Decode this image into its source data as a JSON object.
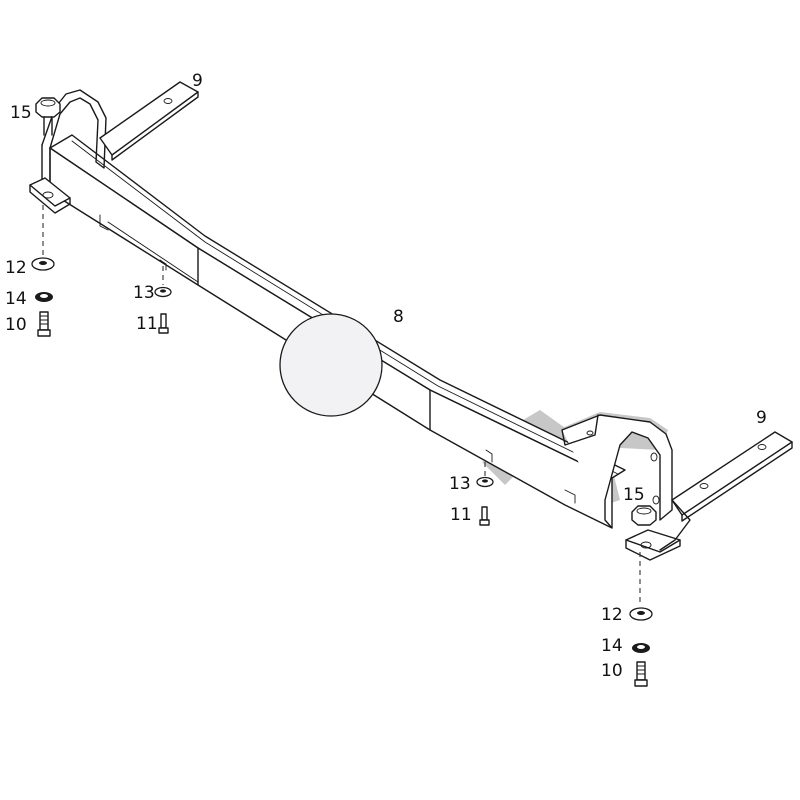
{
  "callouts": {
    "beam": "8",
    "bracket_top": "9",
    "bracket_right": "9",
    "bolt_left": "10",
    "bolt_right": "10",
    "screw_left": "11",
    "screw_right": "11",
    "washer_left": "12",
    "washer_right": "12",
    "washer_small_left": "13",
    "washer_small_right": "13",
    "lockwasher_left": "14",
    "lockwasher_right": "14",
    "nut_left": "15",
    "nut_right": "15"
  },
  "colors": {
    "line": "#1a1a1a",
    "highlight": "#bdbdbd",
    "ball": "#f2f2f4"
  }
}
